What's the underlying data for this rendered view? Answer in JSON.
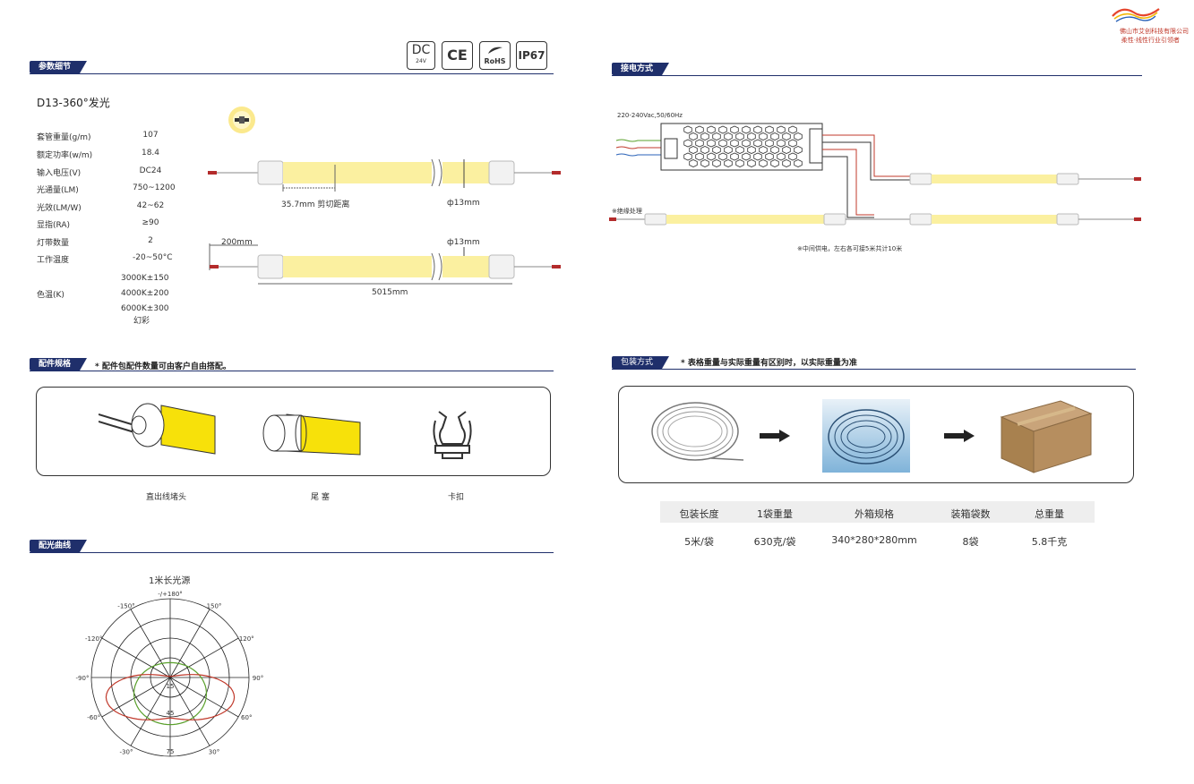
{
  "logo": {
    "company": "佛山市艾创科技有限公司",
    "slogan": "柔性·线性行业引领者"
  },
  "certs": {
    "dc": "DC",
    "dc_sub": "24V",
    "ce": "CE",
    "rohs": "RoHS",
    "ip": "IP67"
  },
  "sections": {
    "params": "参数细节",
    "wiring": "接电方式",
    "accessories": "配件规格",
    "accessories_note": "* 配件包配件数量可由客户自由搭配。",
    "packing": "包装方式",
    "packing_note": "* 表格重量与实际重量有区别时，以实际重量为准",
    "curve": "配光曲线"
  },
  "product": {
    "model": "D13-360°发光",
    "specs": [
      {
        "k": "套管重量(g/m)",
        "v": "107"
      },
      {
        "k": "额定功率(w/m)",
        "v": "18.4"
      },
      {
        "k": "输入电压(V)",
        "v": "DC24"
      },
      {
        "k": "光通量(LM)",
        "v": "750~1200"
      },
      {
        "k": "光效(LM/W)",
        "v": "42~62"
      },
      {
        "k": "显指(RA)",
        "v": "≥90"
      },
      {
        "k": "灯带数量",
        "v": "2"
      },
      {
        "k": "工作温度",
        "v": "-20~50°C"
      }
    ],
    "cct_label": "色温(K)",
    "cct_values": [
      "3000K±150",
      "4000K±200",
      "6000K±300",
      "幻彩"
    ]
  },
  "dims": {
    "cut": "35.7mm 剪切距离",
    "dia1": "ф13mm",
    "dia2": "ф13mm",
    "lead": "200mm",
    "length": "5015mm"
  },
  "wiring": {
    "input": "220-240Vac,50/60Hz",
    "insulation": "※绝缘处理",
    "note": "※中间供电，左右各可接5米共计10米"
  },
  "accessories": [
    {
      "label": "直出线堵头"
    },
    {
      "label": "尾 塞"
    },
    {
      "label": "卡扣"
    }
  ],
  "packing": {
    "headers": [
      "包装长度",
      "1袋重量",
      "外箱规格",
      "装箱袋数",
      "总重量"
    ],
    "row": [
      "5米/袋",
      "630克/袋",
      "340*280*280mm",
      "8袋",
      "5.8千克"
    ]
  },
  "curve": {
    "title": "1米长光源",
    "angle_labels": [
      "-/+180°",
      "-150°",
      "150°",
      "-120°",
      "120°",
      "-90°",
      "90°",
      "-60°",
      "60°",
      "-30°",
      "30°"
    ],
    "radial_labels": [
      "15",
      "45",
      "75"
    ],
    "series_colors": {
      "red": "#c0392b",
      "green": "#5aa02c"
    }
  }
}
